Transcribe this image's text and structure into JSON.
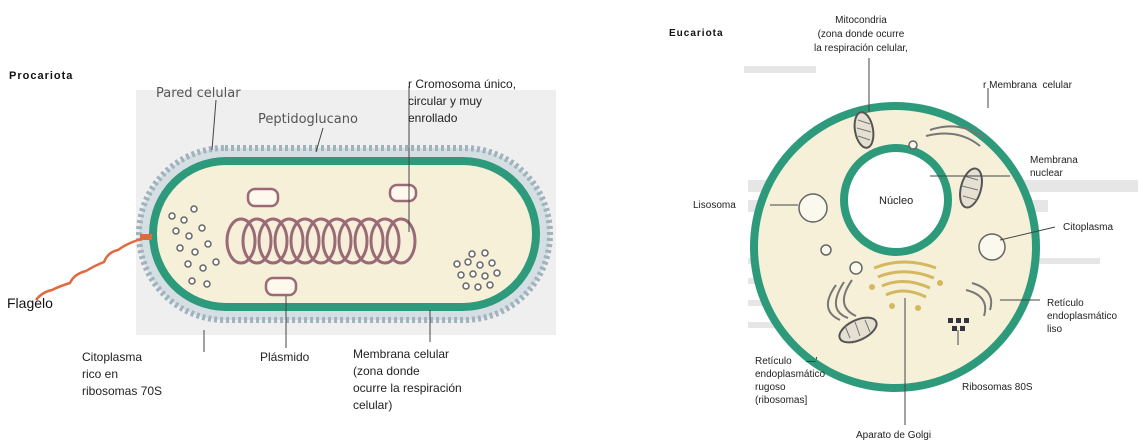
{
  "prokaryote": {
    "title": "Procariota",
    "labels": {
      "wall": "Pared celular",
      "peptido": "Peptidoglucano",
      "chromosome": "r Cromosoma único,\ncircular y muy\nenrollado",
      "flagellum": "Flagelo",
      "cytoplasm": "Citoplasma\nrico en\nribosomas 70S",
      "plasmid": "Plásmido",
      "membrane": "Membrana celular\n(zona donde\nocurre la respiración\ncelular)"
    }
  },
  "eukaryote": {
    "title": "Eucariota",
    "labels": {
      "mito": "Mitocondria\n(zona donde ocurre\nla respiración celular,",
      "membrane": "r Membrana  celular",
      "nuclear": "Membrana\nnuclear",
      "lysosome": "Lisosoma",
      "nucleus": "Núcleo",
      "cytoplasm": "Citoplasma",
      "smooth_er": "Retículo\nendoplasmático\nliso",
      "rough_er": "Retículo     —'\nendoplasmático\nrugoso\n(ribosomas]",
      "ribosomes": "Ribosomas 80S",
      "golgi": "Aparato de Golgi"
    }
  },
  "colors": {
    "membrane": "#2e9a7c",
    "cytoplasm": "#f6f0d8",
    "chromosome": "#9a6a78",
    "wall": "#9fb3bd",
    "flagellum": "#e06a40",
    "background_panel": "#efefef"
  }
}
